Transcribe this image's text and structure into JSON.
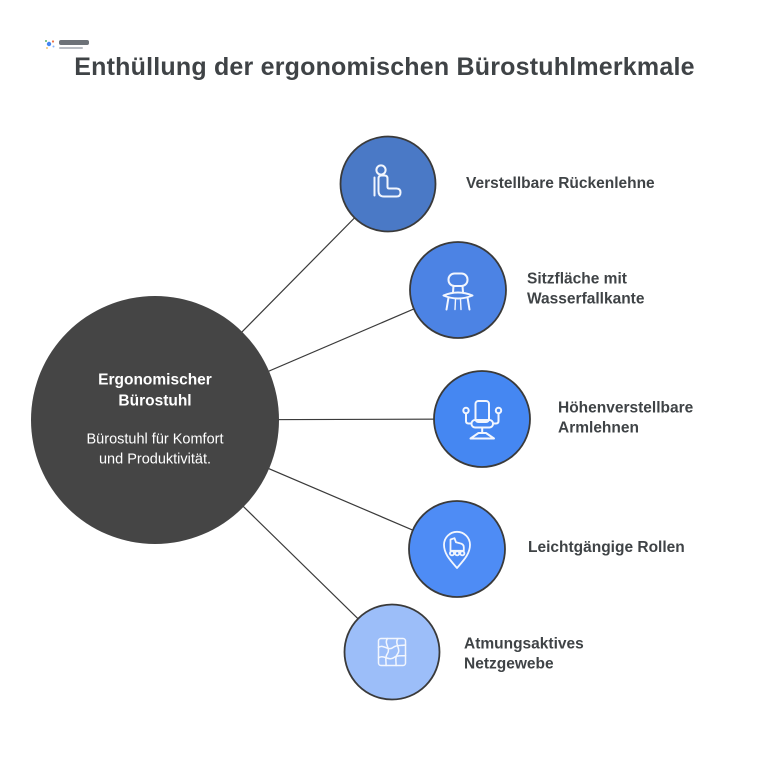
{
  "title": "Enthüllung der ergonomischen Bürostuhlmerkmale",
  "logo": {
    "icon": "sparkle-logo-icon"
  },
  "center": {
    "heading": "Ergonomischer\nBürostuhl",
    "subtitle": "Bürostuhl für Komfort\nund Produktivität.",
    "color": "#454545",
    "text_color": "#ffffff"
  },
  "features": [
    {
      "label": "Verstellbare Rückenlehne",
      "icon": "reclining-seat-icon",
      "color": "#4a79c6"
    },
    {
      "label": "Sitzfläche mit\nWasserfallkante",
      "icon": "chair-icon",
      "color": "#4c83e4"
    },
    {
      "label": "Höhenverstellbare\nArmlehnen",
      "icon": "office-chair-icon",
      "color": "#4587f2"
    },
    {
      "label": "Leichtgängige Rollen",
      "icon": "caster-pin-icon",
      "color": "#4e8cf5"
    },
    {
      "label": "Atmungsaktives\nNetzgewebe",
      "icon": "mesh-fabric-icon",
      "color": "#9cbef9"
    }
  ],
  "styles": {
    "background": "#ffffff",
    "connector_color": "#3a3a3a",
    "node_outline": "#3a3a3a",
    "label_color": "#3f4346",
    "icon_stroke": "#f2f6fe"
  }
}
